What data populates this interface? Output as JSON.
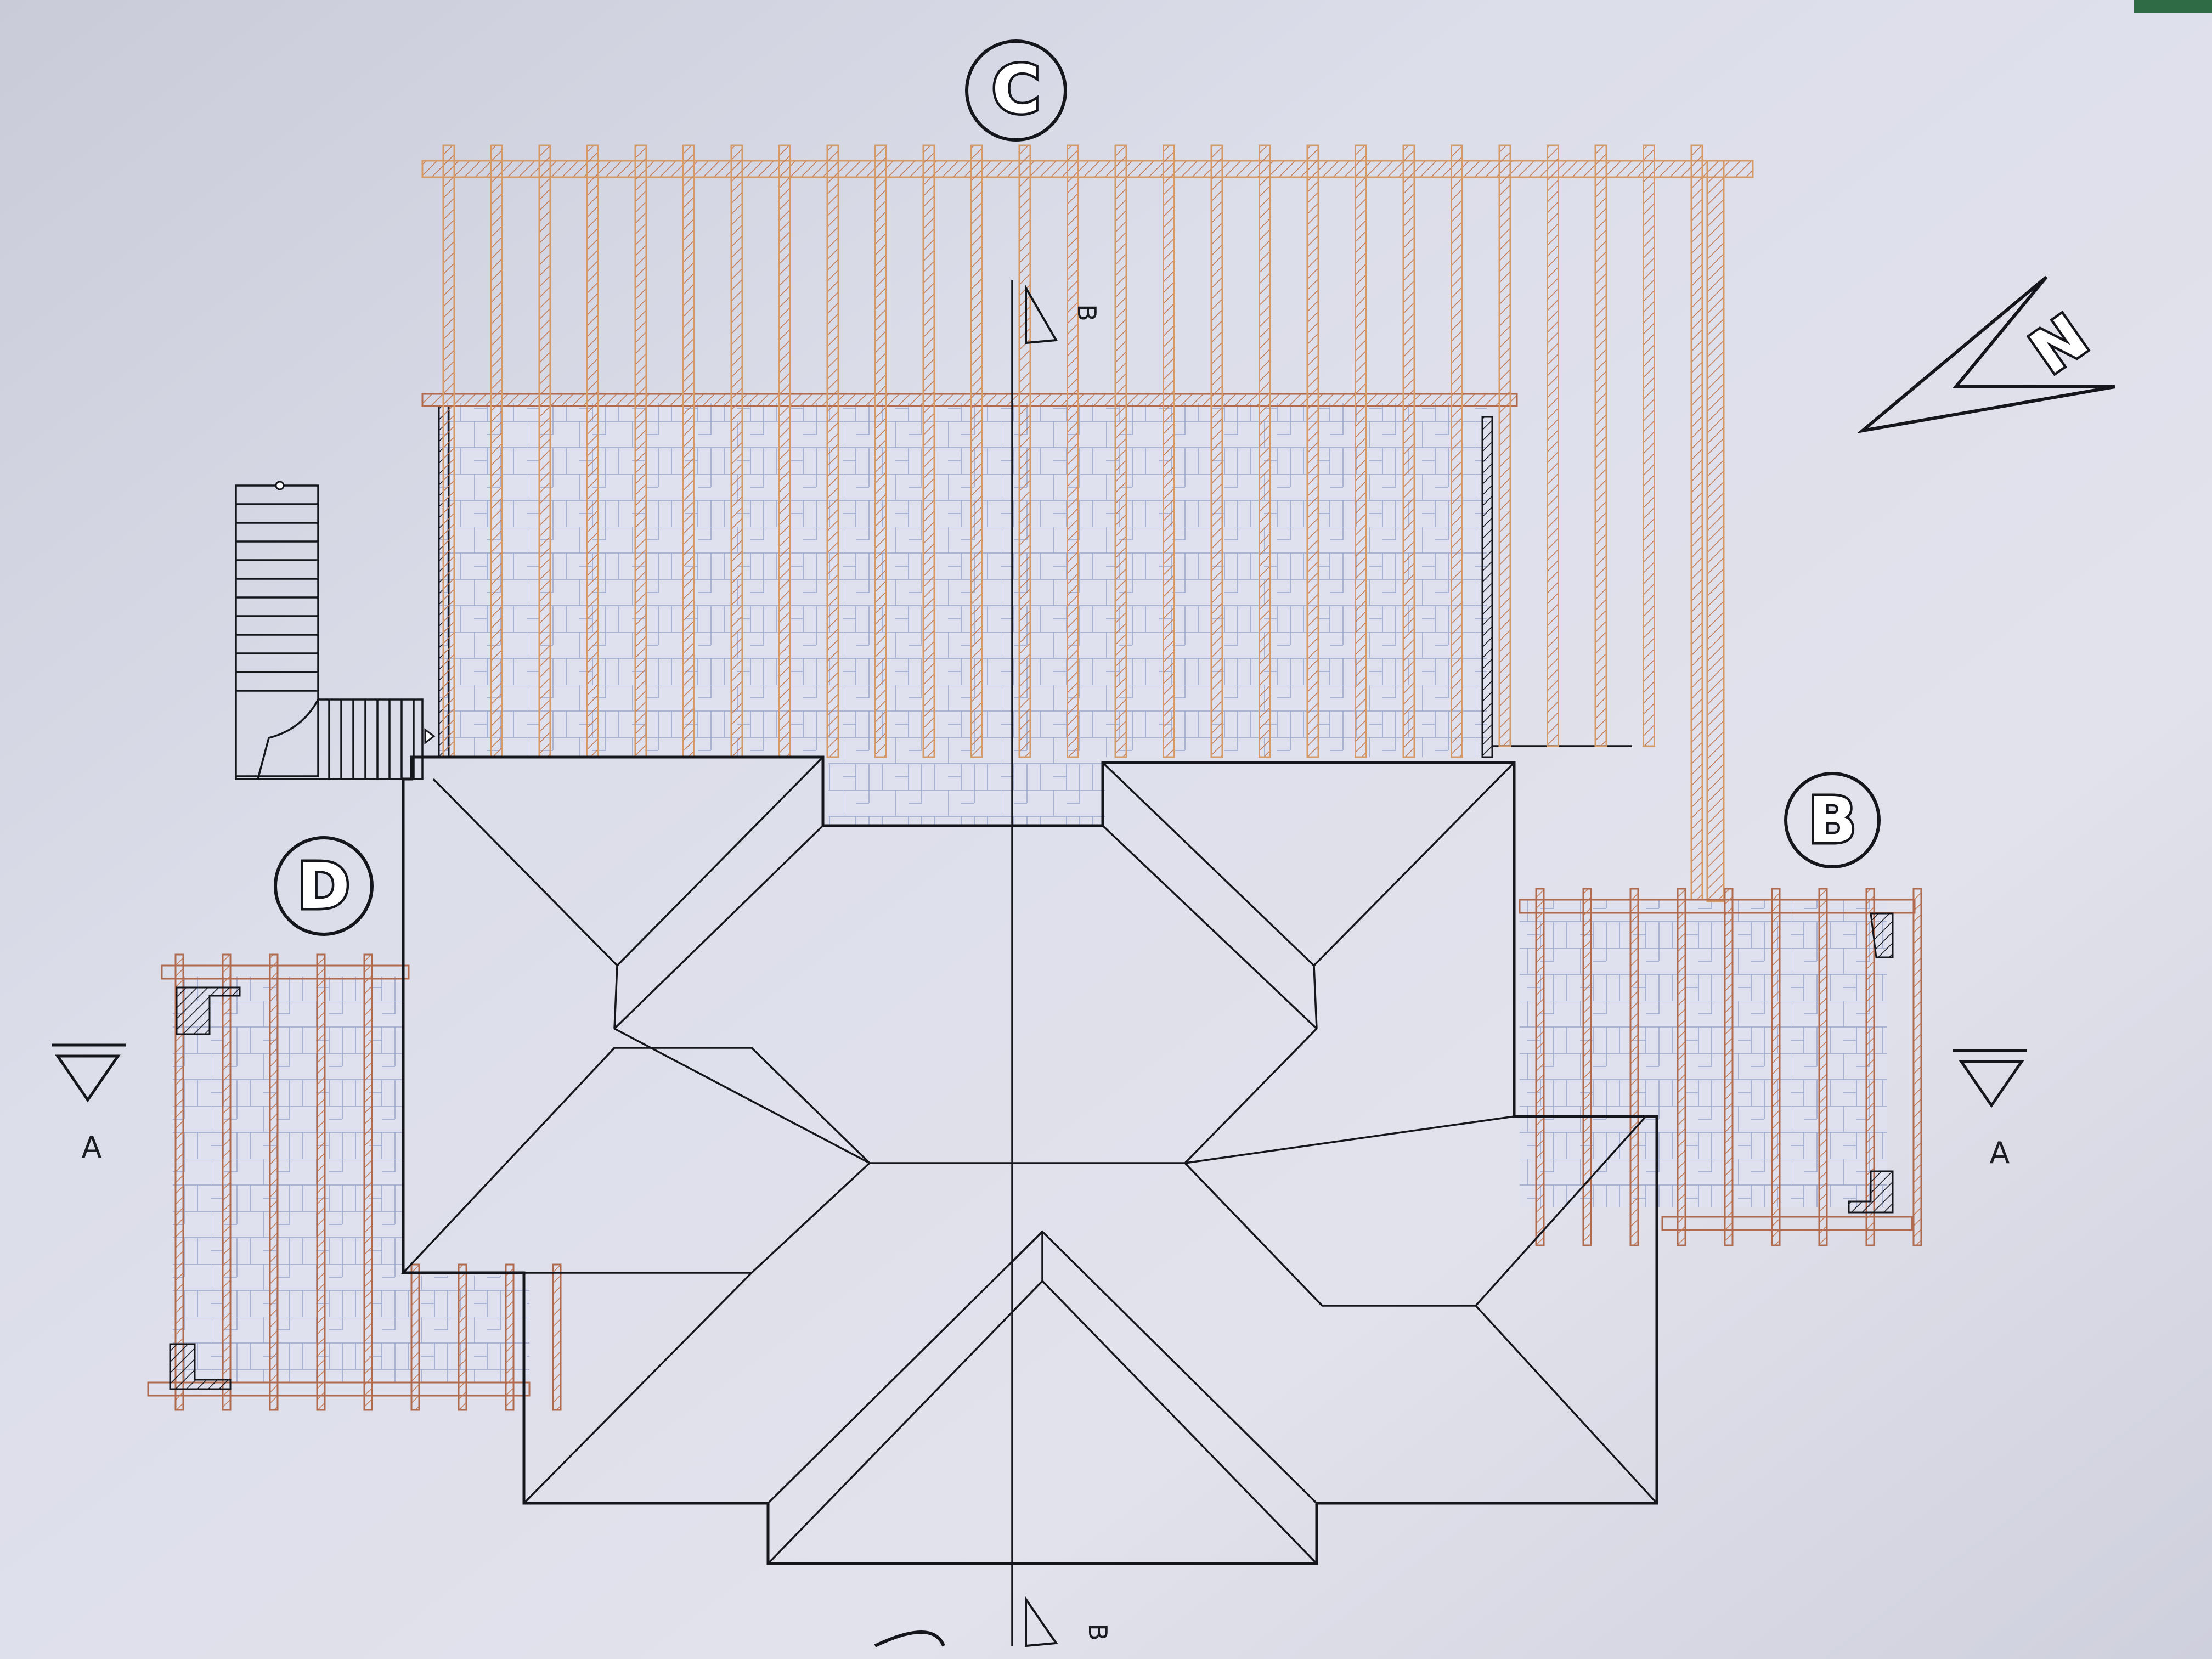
{
  "drawing": {
    "elevation_markers": {
      "c": "C",
      "b": "B",
      "d": "D"
    },
    "section_labels": {
      "a_left": "A",
      "a_right": "A",
      "b_top": "B",
      "b_bottom": "B"
    },
    "north_label": "N",
    "colors": {
      "paper": "#d9dbe8",
      "line": "#15151c",
      "pergola_orange": "#d69a66",
      "pergola_red": "#b06a4e",
      "paving": "#aab4d6"
    }
  }
}
